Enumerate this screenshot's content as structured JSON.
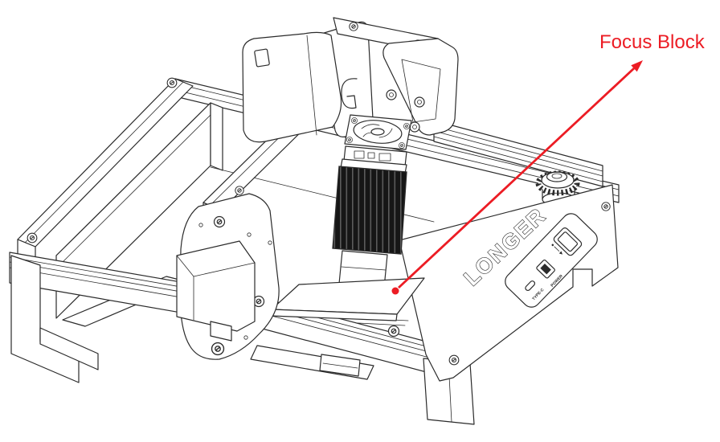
{
  "figure": {
    "background": "#ffffff",
    "line_color": "#2b2b2b",
    "accent_color": "#EC1C24",
    "description": "Line-art manual illustration of a LONGER desktop laser engraver; a red arrow points from the focus block plate under the laser module to the label"
  },
  "annotation": {
    "label": "Focus Block",
    "color": "#EC1C24"
  },
  "machine": {
    "brand_label": "LONGER",
    "side_panel": {
      "port_labels": [
        "TYPE-C",
        "POWER"
      ]
    }
  }
}
